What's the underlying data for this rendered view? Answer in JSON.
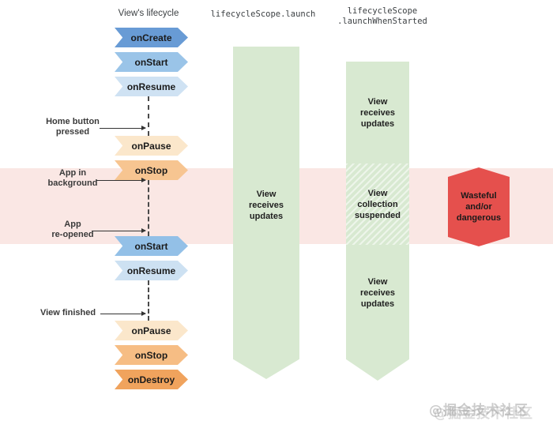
{
  "headers": {
    "view_lifecycle": "View's lifecycle",
    "launch": "lifecycleScope.launch",
    "launch_when_started": "lifecycleScope\n.launchWhenStarted"
  },
  "lifecycle_chevrons": [
    {
      "label": "onCreate",
      "color": "#689bd5"
    },
    {
      "label": "onStart",
      "color": "#9ac4e8"
    },
    {
      "label": "onResume",
      "color": "#cfe2f3"
    },
    {
      "label": "onPause",
      "color": "#fbe7cb"
    },
    {
      "label": "onStop",
      "color": "#f7c591"
    },
    {
      "label": "onStart",
      "color": "#93c0e7"
    },
    {
      "label": "onResume",
      "color": "#cde1f2"
    },
    {
      "label": "onPause",
      "color": "#fbe7cb"
    },
    {
      "label": "onStop",
      "color": "#f6bd84"
    },
    {
      "label": "onDestroy",
      "color": "#f0a35d"
    }
  ],
  "event_labels": [
    {
      "text": "Home button\npressed"
    },
    {
      "text": "App in\nbackground"
    },
    {
      "text": "App\nre-opened"
    },
    {
      "text": "View finished"
    }
  ],
  "launch_column": {
    "text": "View\nreceives\nupdates",
    "color": "#d8e9d1"
  },
  "launch_when_started_column": {
    "text_top": "View\nreceives\nupdates",
    "text_suspended": "View\ncollection\nsuspended",
    "text_bottom": "View\nreceives\nupdates",
    "color": "#d8e9d1"
  },
  "warning": {
    "text": "Wasteful\nand/or\ndangerous",
    "color": "#e5504d"
  },
  "band_color": "#fae7e4",
  "watermark": {
    "text": "@掘金技术社区"
  }
}
